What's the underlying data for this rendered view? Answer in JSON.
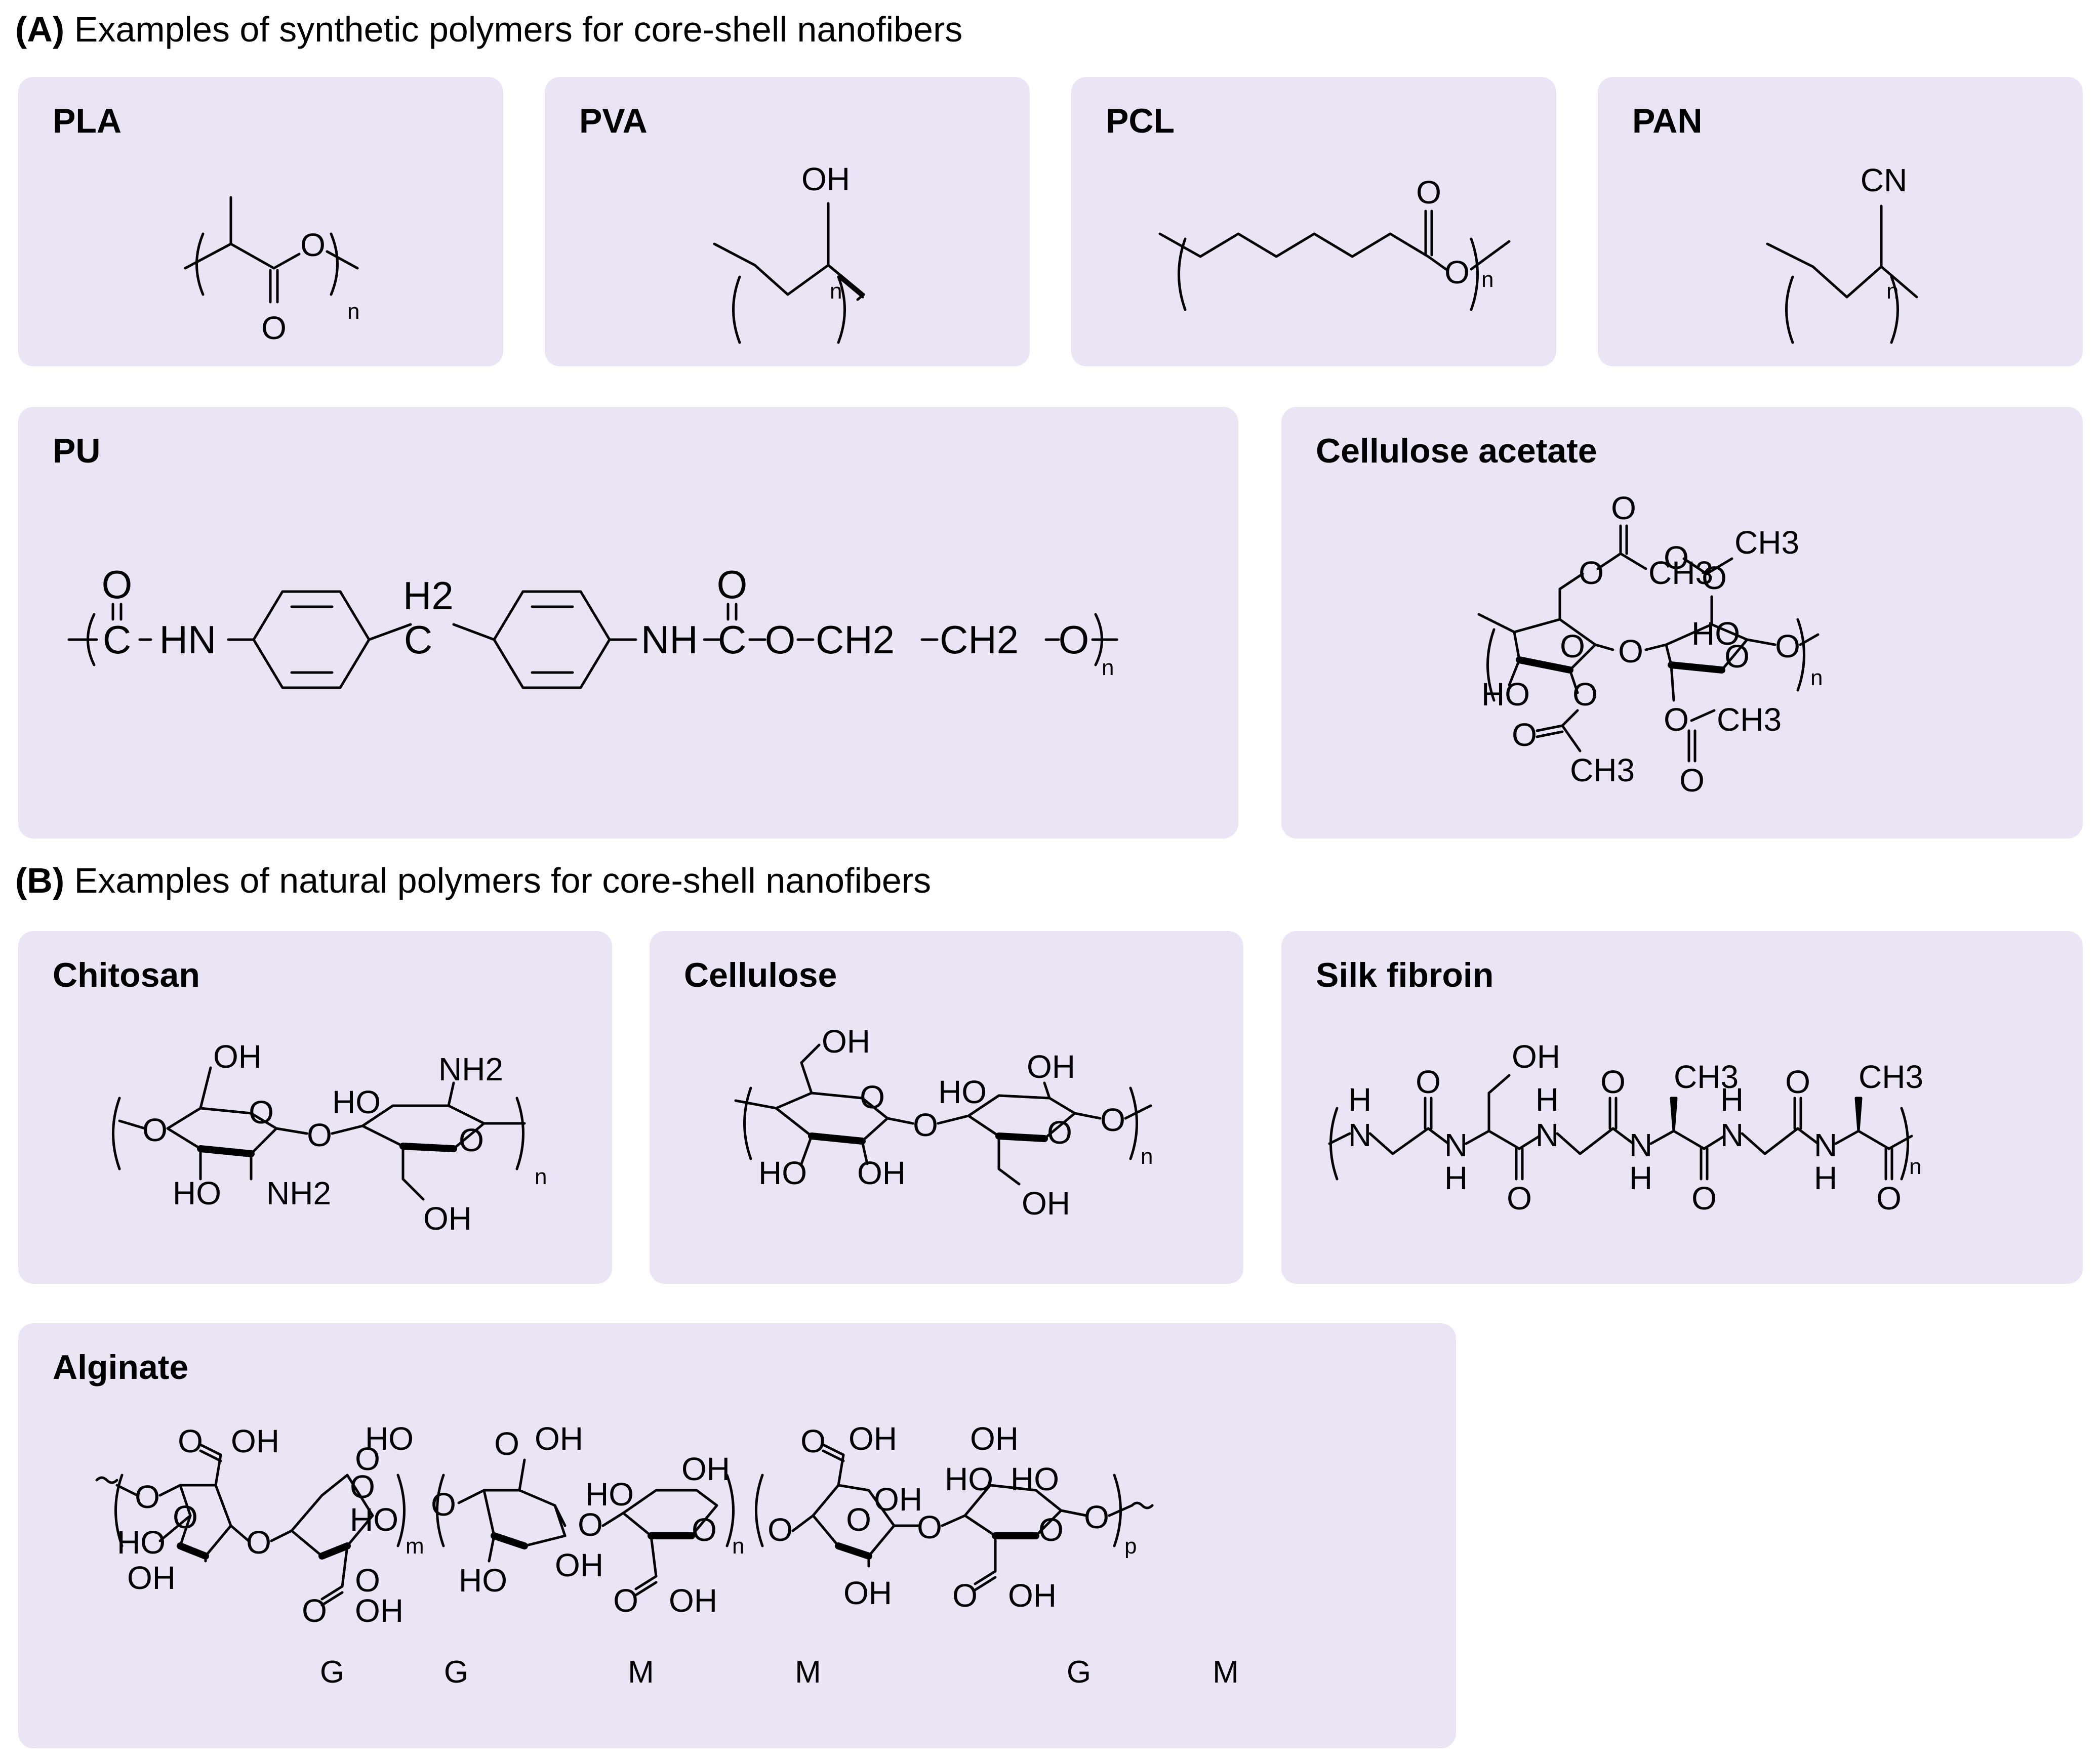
{
  "section_a": {
    "tag": "(A)",
    "text": "Examples of synthetic polymers for core-shell nanofibers"
  },
  "section_b": {
    "tag": "(B)",
    "text": "Examples of natural polymers for core-shell nanofibers"
  },
  "cards": {
    "pla": "PLA",
    "pva": "PVA",
    "pcl": "PCL",
    "pan": "PAN",
    "pu": "PU",
    "cellulose_acetate": "Cellulose acetate",
    "chitosan": "Chitosan",
    "cellulose": "Cellulose",
    "silk_fibroin": "Silk fibroin",
    "alginate": "Alginate"
  },
  "atoms": {
    "O": "O",
    "OH": "OH",
    "HO": "HO",
    "CN": "CN",
    "n": "n",
    "m": "m",
    "p": "p",
    "HN": "HN",
    "NH": "NH",
    "H2": "H2",
    "C": "C",
    "N": "N",
    "H": "H",
    "CH3": "CH3",
    "CH2": "CH2",
    "NH2": "NH2"
  },
  "alginate_residues": [
    "G",
    "G",
    "M",
    "M",
    "G",
    "M"
  ],
  "colors": {
    "card_background": "#e9e5f5",
    "ink": "#000000",
    "page": "#ffffff"
  }
}
